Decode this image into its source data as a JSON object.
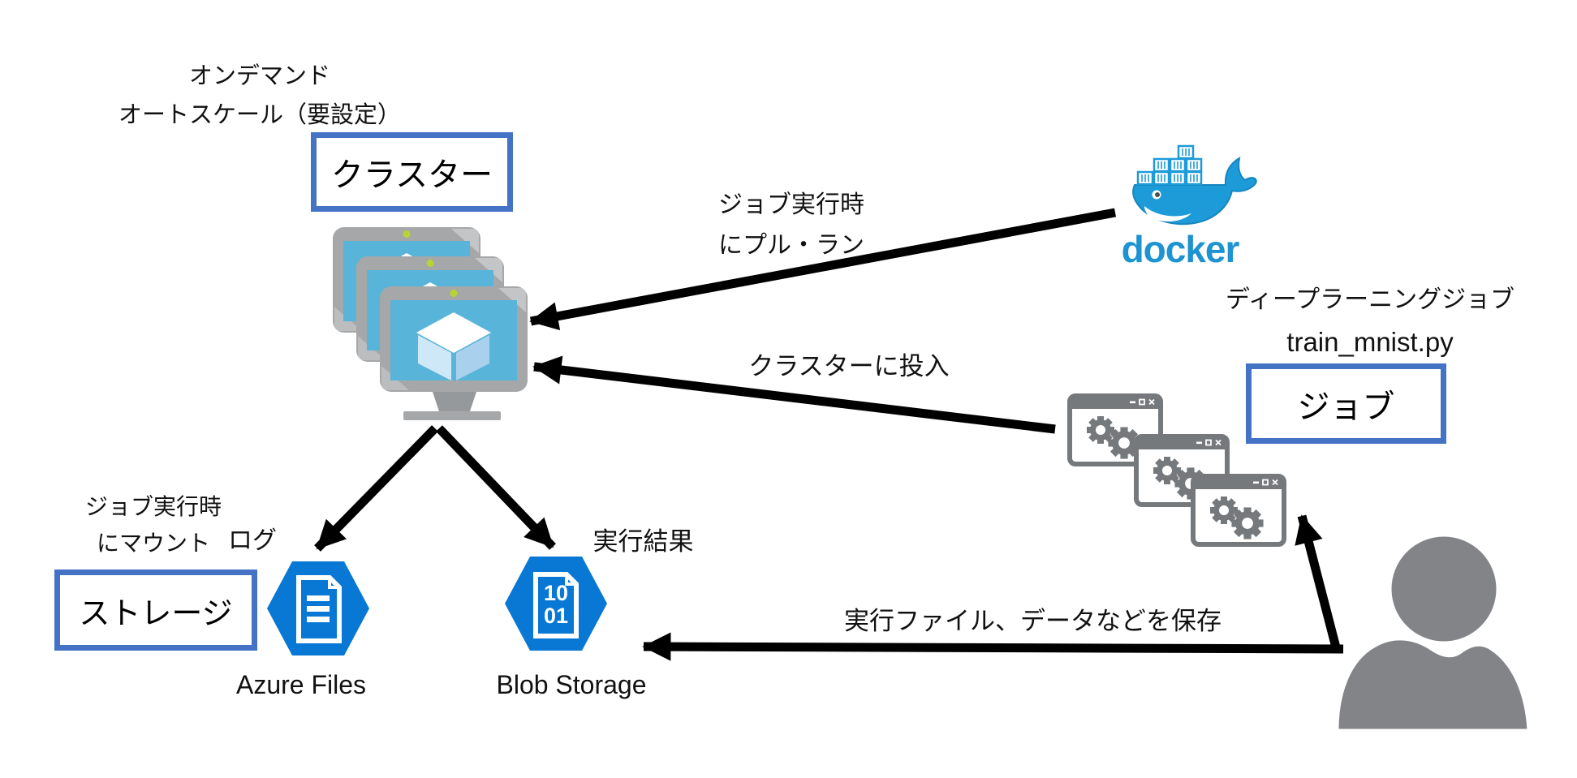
{
  "diagram_title": "Azure Batch AI deep-learning workflow diagram",
  "cluster": {
    "note_line1": "オンデマンド",
    "note_line2": "オートスケール（要設定）",
    "box_label": "クラスター"
  },
  "docker": {
    "wordmark": "docker"
  },
  "job": {
    "note_line1": "ディープラーニングジョブ",
    "note_line2": "train_mnist.py",
    "box_label": "ジョブ"
  },
  "storage": {
    "box_label": "ストレージ",
    "mount_line1": "ジョブ実行時",
    "mount_line2": "にマウント",
    "log_label": "ログ",
    "result_label": "実行結果",
    "azure_files_label": "Azure Files",
    "blob_label": "Blob Storage",
    "blob_doc_line1": "10",
    "blob_doc_line2": "01"
  },
  "edges": {
    "pull_run_line1": "ジョブ実行時",
    "pull_run_line2": "にプル・ラン",
    "submit_label": "クラスターに投入",
    "save_label": "実行ファイル、データなどを保存"
  },
  "colors": {
    "box_border_blue": "#4472C4",
    "azure_hexagon_blue": "#0878D4",
    "docker_blue": "#1D9BD9",
    "monitor_screen_blue": "#59B4D9",
    "icon_gray": "#76797C",
    "person_gray": "#828487",
    "arrow_black": "#000000",
    "webcam_green": "#B8D432"
  }
}
